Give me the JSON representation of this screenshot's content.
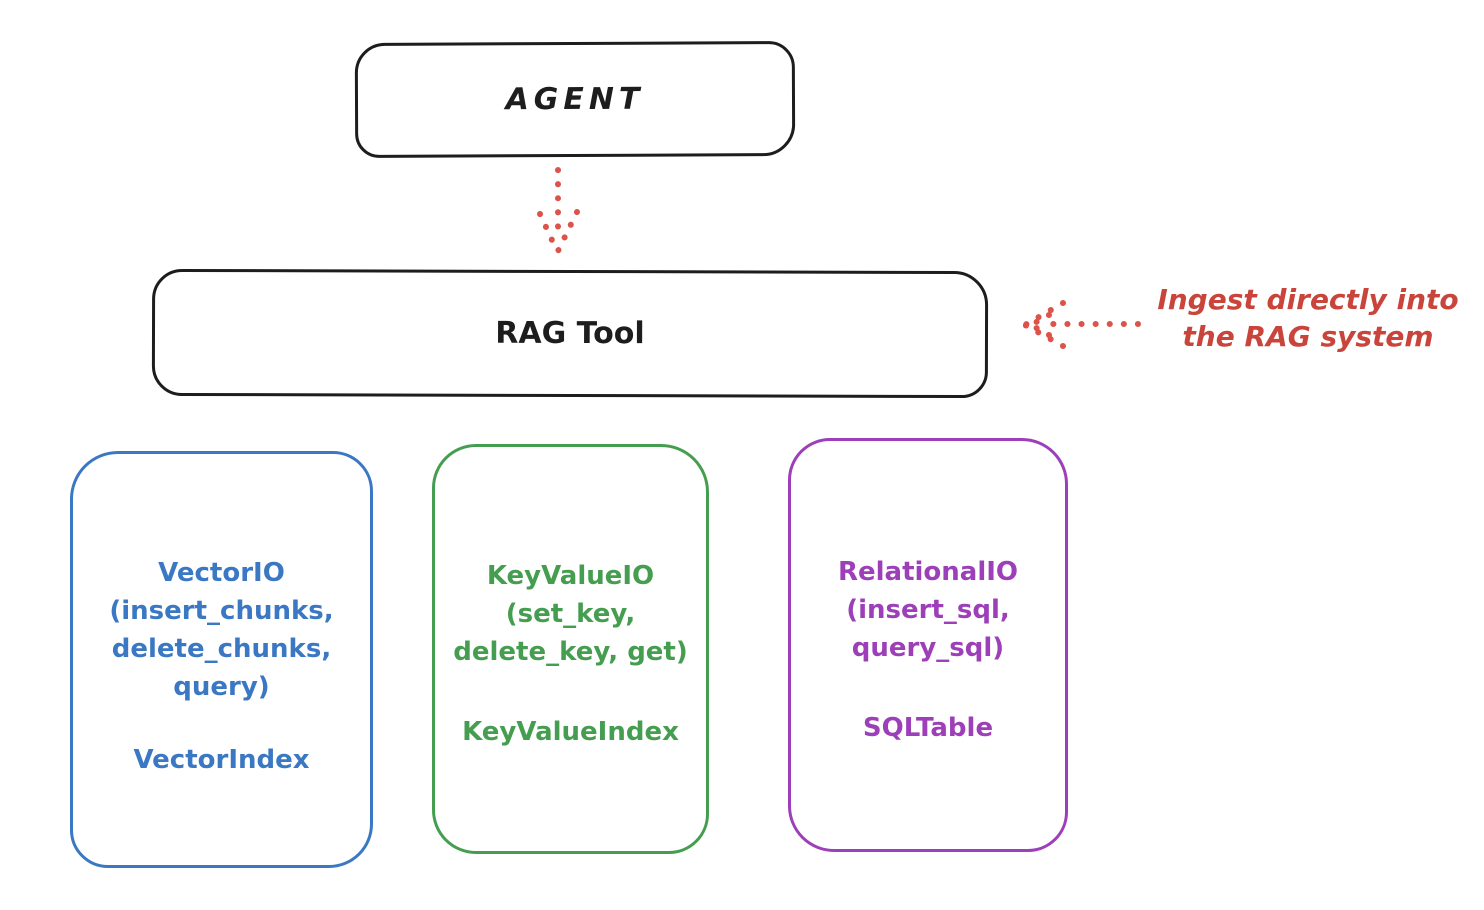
{
  "colors": {
    "background": "#ffffff",
    "ink": "#1d1d1d",
    "red-text": "#c9443a",
    "red-arrow": "#dd5349",
    "blue": "#3b78c3",
    "green": "#459e4f",
    "purple": "#9c3fb8"
  },
  "diagram": {
    "agent": {
      "label": "AGENT"
    },
    "rag_tool": {
      "label": "RAG Tool"
    },
    "annotation": {
      "line1": "Ingest directly into",
      "line2": "the RAG system"
    },
    "arrows": [
      {
        "name": "agent-to-rag-tool",
        "style": "dotted",
        "direction": "down",
        "color": "#dd5349"
      },
      {
        "name": "annotation-to-rag-tool",
        "style": "dotted",
        "direction": "left",
        "color": "#dd5349"
      }
    ],
    "storage_boxes": [
      {
        "name": "vector-io",
        "color": "#3b78c3",
        "lines": [
          "VectorIO",
          "(insert_chunks,",
          "delete_chunks,",
          "query)"
        ],
        "index_label": "VectorIndex"
      },
      {
        "name": "keyvalue-io",
        "color": "#459e4f",
        "lines": [
          "KeyValueIO",
          "(set_key,",
          "delete_key, get)"
        ],
        "index_label": "KeyValueIndex"
      },
      {
        "name": "relational-io",
        "color": "#9c3fb8",
        "lines": [
          "RelationalIO",
          "(insert_sql,",
          "query_sql)"
        ],
        "index_label": "SQLTable"
      }
    ]
  }
}
